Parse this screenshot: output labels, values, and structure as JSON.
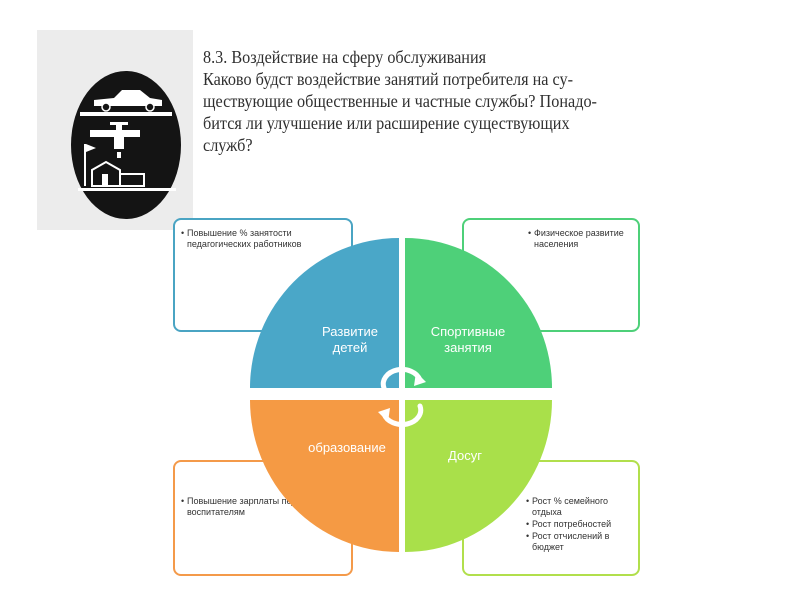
{
  "heading": {
    "lines": [
      "8.3. Воздействие на сферу обслуживания",
      "Каково будст воздействие занятий потребителя на су-",
      "ществующие общественные и частные службы? Понадо-",
      "бится ли улучшение или расширение существующих",
      "служб?"
    ]
  },
  "logo": {
    "icon": "services-emblem-icon"
  },
  "quadrants": {
    "top_left": {
      "label": "Развитие детей",
      "color": "#4aa7c8"
    },
    "top_right": {
      "label": "Спортивные занятия",
      "color": "#4ed079"
    },
    "bottom_left": {
      "label": "образование",
      "color": "#f59a44"
    },
    "bottom_right": {
      "label": "Досуг",
      "color": "#a9e04a"
    }
  },
  "boxes": {
    "top_left": {
      "items": [
        "Повышение % занятости педагогических работников"
      ]
    },
    "top_right": {
      "items": [
        "Физическое развитие населения"
      ]
    },
    "bottom_left": {
      "items": [
        "Повышение зарплаты педагогам и воспитателям"
      ]
    },
    "bottom_right": {
      "items": [
        "Рост % семейного отдыха",
        "Рост потребностей",
        "Рост отчислений в бюджет"
      ]
    }
  },
  "center": {
    "icon": "cycle-arrows-icon"
  }
}
